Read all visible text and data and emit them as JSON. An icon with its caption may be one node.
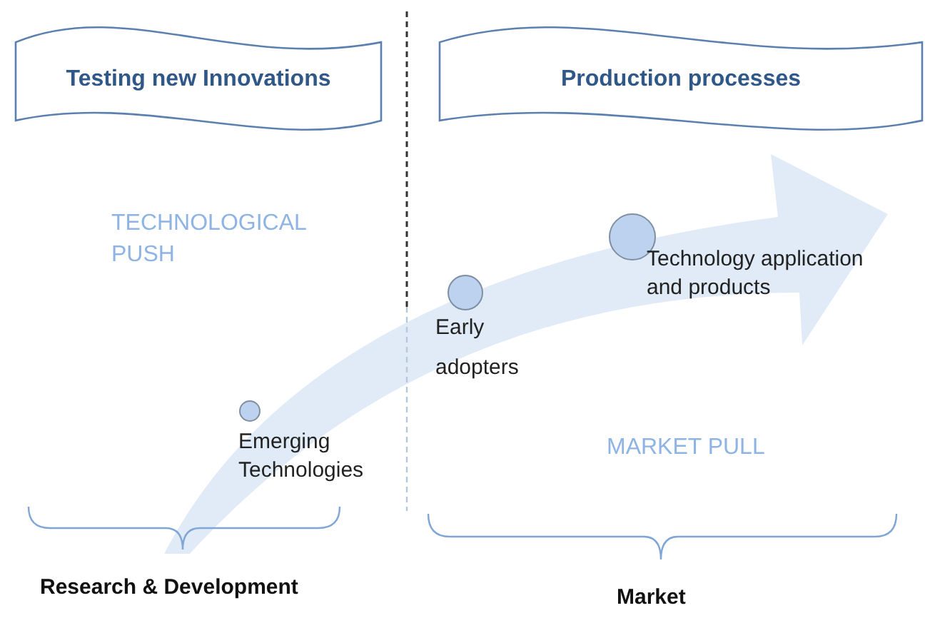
{
  "diagram": {
    "nodes": [
      {
        "text": [
          "Testing new Innovations"
        ]
      },
      {
        "text": [
          "Production processes"
        ]
      },
      {
        "text": [],
        "shape": "circle",
        "beside": [
          "Emerging Technologies"
        ]
      },
      {
        "text": [],
        "shape": "circle",
        "beside": [
          "Early adopters"
        ]
      },
      {
        "text": [],
        "shape": "circle",
        "beside": [
          "Technology application and products"
        ]
      }
    ],
    "labels": [
      "TECHNOLOGICAL PUSH",
      "MARKET PULL",
      "Research & Development",
      "Market"
    ]
  }
}
